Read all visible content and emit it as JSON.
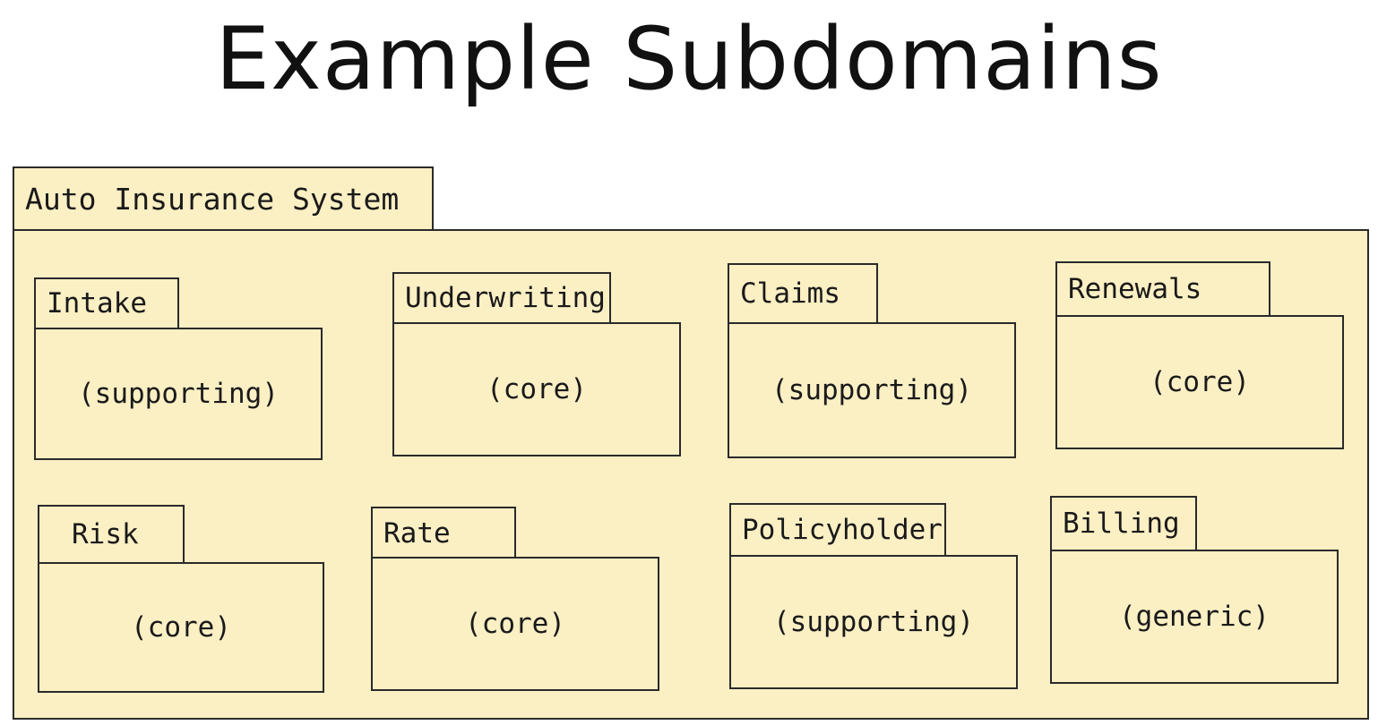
{
  "title": "Example Subdomains",
  "system": {
    "name": "Auto Insurance System"
  },
  "subdomains": [
    {
      "name": "Intake",
      "type": "(supporting)"
    },
    {
      "name": "Underwriting",
      "type": "(core)"
    },
    {
      "name": "Claims",
      "type": "(supporting)"
    },
    {
      "name": "Renewals",
      "type": "(core)"
    },
    {
      "name": "Risk",
      "type": "(core)"
    },
    {
      "name": "Rate",
      "type": "(core)"
    },
    {
      "name": "Policyholder",
      "type": "(supporting)"
    },
    {
      "name": "Billing",
      "type": "(generic)"
    }
  ],
  "colors": {
    "paper": "#fbefc4",
    "ink": "#2a2a2a",
    "background": "#ffffff"
  }
}
